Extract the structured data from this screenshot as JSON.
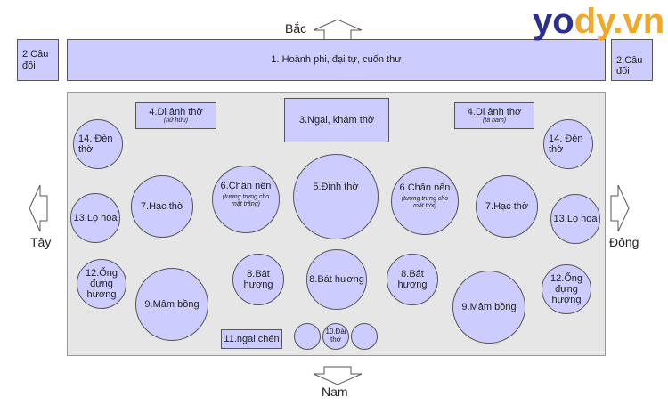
{
  "logo": {
    "part1": "yo",
    "part2": "dy.vn"
  },
  "directions": {
    "north": "Bắc",
    "south": "Nam",
    "west": "Tây",
    "east": "Đông"
  },
  "items": {
    "hoanh_phi": "1. Hoành phi, đại tự, cuốn thư",
    "cau_doi": "2.Câu đối",
    "ngai": "3.Ngai, khám thờ",
    "di_anh": "4.Di ảnh thờ",
    "nu_huu": "(nữ hữu)",
    "ta_nam": "(tả nam)",
    "dinh": "5.Đỉnh thờ",
    "chan_nen": "6.Chân nến",
    "moon": "(tượng trưng cho mặt trăng)",
    "sun": "(tượng trưng cho mặt trời)",
    "hac": "7.Hạc thờ",
    "bat_huong": "8.Bát hương",
    "mam_bong": "9.Mâm bồng",
    "dai_tho": "10.Đài thờ",
    "ngai_chen": "11.ngai chén",
    "ong_huong": "12.Ống đựng hương",
    "lo_hoa": "13.Lọ hoa",
    "den_tho": "14. Đèn thờ"
  }
}
